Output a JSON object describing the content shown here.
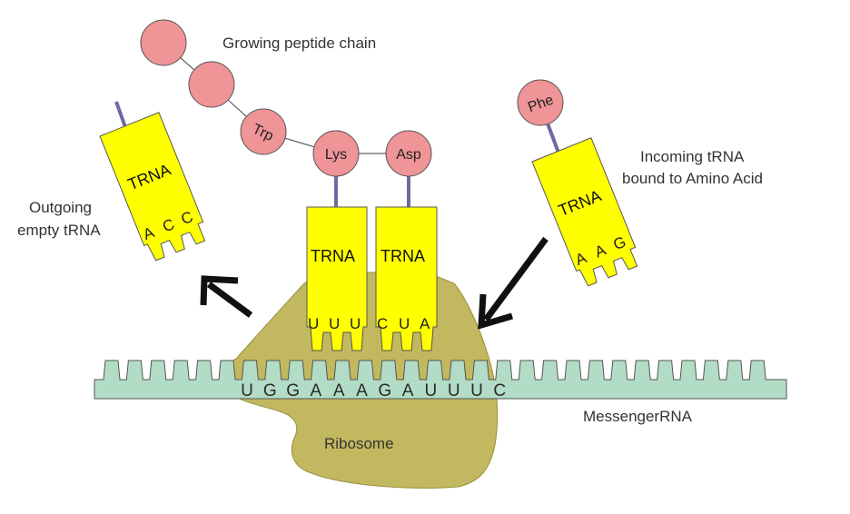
{
  "title": "Protein translation at the ribosome",
  "colors": {
    "amino_acid_fill": "#ef9497",
    "amino_acid_stroke": "#555555",
    "trna_fill": "#ffff00",
    "trna_stroke": "#555555",
    "stem": "#6e6aa0",
    "ribosome_fill": "#c2b85f",
    "ribosome_stroke": "#9a9040",
    "mrna_fill": "#b2dcc6",
    "mrna_stroke": "#555555",
    "arrow": "#111111",
    "bond": "#666666"
  },
  "labels": {
    "growing_chain": "Growing peptide chain",
    "outgoing_line1": "Outgoing",
    "outgoing_line2": "empty tRNA",
    "incoming_line1": "Incoming  tRNA",
    "incoming_line2": "bound to Amino Acid",
    "ribosome": "Ribosome",
    "mrna": "MessengerRNA"
  },
  "peptide_chain": [
    {
      "name": ""
    },
    {
      "name": ""
    },
    {
      "name": "Trp"
    },
    {
      "name": "Lys"
    },
    {
      "name": "Asp"
    }
  ],
  "trnas": {
    "outgoing": {
      "label": "TRNA",
      "anticodon": [
        "A",
        "C",
        "C"
      ]
    },
    "p_site": {
      "label": "TRNA",
      "anticodon": [
        "U",
        "U",
        "U"
      ],
      "amino_acid": "Lys"
    },
    "a_site": {
      "label": "TRNA",
      "anticodon": [
        "C",
        "U",
        "A"
      ],
      "amino_acid": "Asp"
    },
    "incoming": {
      "label": "TRNA",
      "anticodon": [
        "A",
        "A",
        "G"
      ],
      "amino_acid": "Phe"
    }
  },
  "mrna_sequence": [
    "U",
    "G",
    "G",
    "A",
    "A",
    "A",
    "G",
    "A",
    "U",
    "U",
    "U",
    "C"
  ]
}
